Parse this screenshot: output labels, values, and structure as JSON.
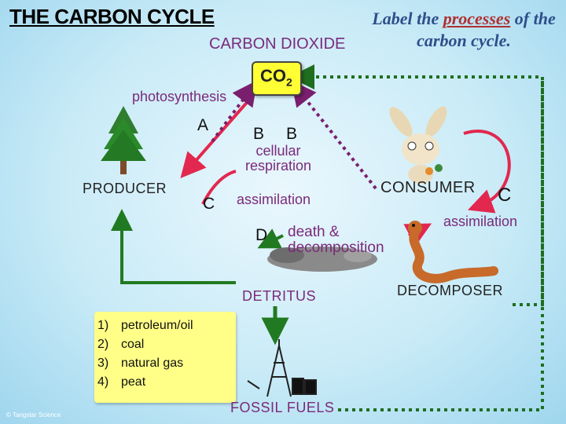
{
  "title": "THE CARBON CYCLE",
  "instruction": {
    "before": "Label the ",
    "highlight": "processes",
    "after": " of the carbon cycle."
  },
  "co2_heading": "CARBON DIOXIDE",
  "co2_box": {
    "main": "CO",
    "sub": "2"
  },
  "processes": {
    "photosynthesis": "photosynthesis",
    "cellular_respiration": "cellular respiration",
    "assimilation_producer": "assimilation",
    "assimilation_consumer": "assimilation",
    "death_decomposition_line1": "death &",
    "death_decomposition_line2": "decomposition"
  },
  "letters": {
    "a": "A",
    "b1": "B",
    "b2": "B",
    "c1": "C",
    "c2": "C",
    "d": "D"
  },
  "organisms": {
    "producer": "PRODUCER",
    "consumer": "CONSUMER",
    "decomposer": "DECOMPOSER",
    "detritus": "DETRITUS",
    "fossil_fuels": "FOSSIL FUELS"
  },
  "fossil_fuel_list": [
    {
      "num": "1)",
      "label": "petroleum/oil"
    },
    {
      "num": "2)",
      "label": "coal"
    },
    {
      "num": "3)",
      "label": "natural gas"
    },
    {
      "num": "4)",
      "label": "peat"
    }
  ],
  "copyright": "© Tangstar Science",
  "colors": {
    "red_arrow": "#e2284f",
    "purple_dots": "#7a1f6e",
    "green_arrows": "#217a21",
    "dark_green_dots": "#1f6e1f",
    "yellow": "#ffff33",
    "label_purple": "#7a2a7a",
    "title_blue": "#2e4e8a"
  },
  "icons": [
    "pine-tree-icon",
    "rabbit-icon",
    "earthworm-icon",
    "oil-derrick-icon",
    "detritus-icon"
  ]
}
